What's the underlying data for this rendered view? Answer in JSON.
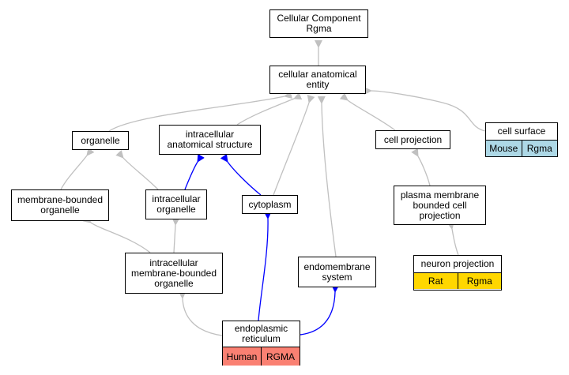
{
  "colors": {
    "edge_gray": "#c0c0c0",
    "edge_blue": "#0000ff",
    "mouse_fill": "#add8e6",
    "rat_fill": "#ffd700",
    "human_fill": "#fa8072"
  },
  "nodes": {
    "root": "Cellular Component\nRgma",
    "cellular_anatomical_entity": "cellular anatomical\nentity",
    "organelle": "organelle",
    "intracellular_anatomical_structure": "intracellular\nanatomical structure",
    "cell_projection": "cell projection",
    "cell_surface": {
      "title": "cell surface",
      "species": "Mouse",
      "gene": "Rgma"
    },
    "membrane_bounded_organelle": "membrane-bounded\norganelle",
    "intracellular_organelle": "intracellular\norganelle",
    "cytoplasm": "cytoplasm",
    "plasma_membrane_bounded_cell_projection": "plasma membrane\nbounded cell\nprojection",
    "intracellular_membrane_bounded_organelle": "intracellular\nmembrane-bounded\norganelle",
    "endomembrane_system": "endomembrane\nsystem",
    "neuron_projection": {
      "title": "neuron projection",
      "species": "Rat",
      "gene": "Rgma"
    },
    "endoplasmic_reticulum": {
      "title": "endoplasmic\nreticulum",
      "species": "Human",
      "gene": "RGMA"
    }
  }
}
